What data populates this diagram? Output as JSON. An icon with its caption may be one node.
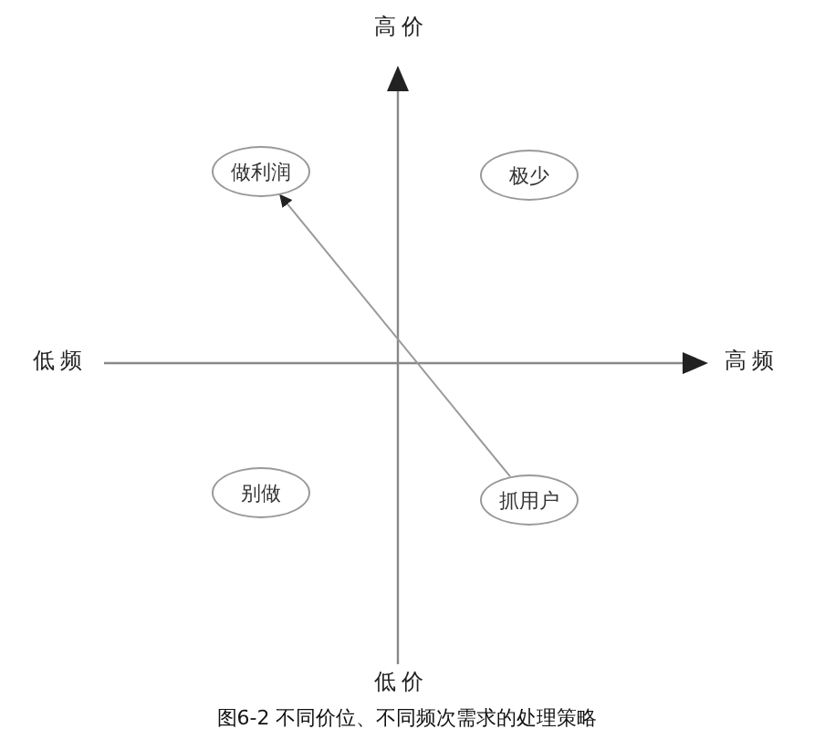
{
  "diagram": {
    "caption": "图6-2 不同价位、不同频次需求的处理策略",
    "nodes": [
      {
        "text": [
          "做利润"
        ]
      },
      {
        "text": [
          "极少"
        ]
      },
      {
        "text": [
          "别做"
        ]
      },
      {
        "text": [
          "抓用户"
        ]
      }
    ],
    "edges": [
      {
        "from": 3,
        "to": 0,
        "arrow": "to"
      }
    ],
    "labels": [
      "高价",
      "低频",
      "高频",
      "低价"
    ]
  }
}
